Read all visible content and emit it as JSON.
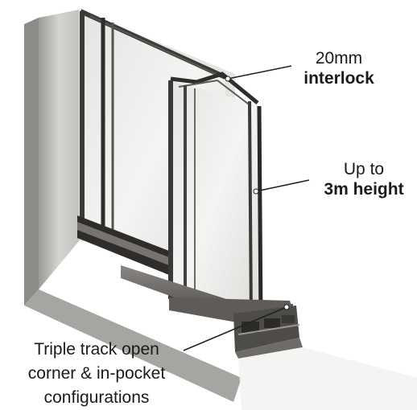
{
  "callouts": {
    "interlock": {
      "line1": "20mm",
      "line2": "interlock"
    },
    "height": {
      "line1": "Up to",
      "line2": "3m height"
    },
    "track": {
      "line1": "Triple track open",
      "line2": "corner & in-pocket",
      "line3": "configurations"
    }
  },
  "colors": {
    "frame_dark": "#3a3a3a",
    "frame_mid": "#7a7874",
    "frame_light": "#b8b6b2",
    "glass": "#eeeeec",
    "leader": "#222222"
  }
}
